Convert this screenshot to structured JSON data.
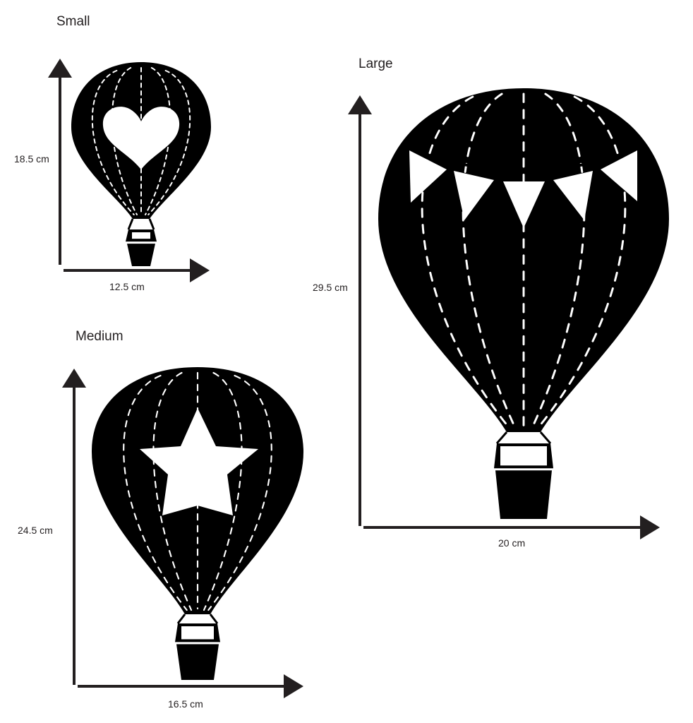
{
  "sizes": {
    "small": {
      "label": "Small",
      "height": "18.5 cm",
      "width": "12.5 cm",
      "motif": "heart"
    },
    "medium": {
      "label": "Medium",
      "height": "24.5 cm",
      "width": "16.5 cm",
      "motif": "star"
    },
    "large": {
      "label": "Large",
      "height": "29.5 cm",
      "width": "20 cm",
      "motif": "bunting"
    }
  },
  "colors": {
    "ink": "#000000",
    "arrow": "#231f20",
    "paper": "#ffffff"
  }
}
